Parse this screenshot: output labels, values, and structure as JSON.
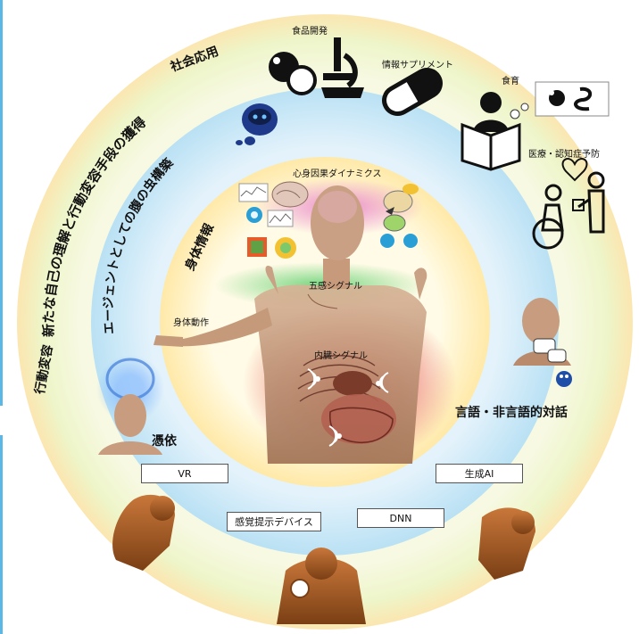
{
  "rings": {
    "outer_arc": "新たな自己の理解と行動変容手段の獲得",
    "middle_arc": "エージェントとしての腹の虫構築",
    "inner_label": "身体情報",
    "outer_side": "行動変容",
    "outer_top": "社会応用"
  },
  "labels": {
    "food_dev": "食品開発",
    "info_supplement": "情報サプリメント",
    "food_edu": "食育",
    "medical": "医療・認知症予防",
    "psychosomatic": "心身因果ダイナミクス",
    "five_senses": "五感シグナル",
    "body_motion": "身体動作",
    "visceral": "内臓シグナル",
    "dialogue": "言語・非言語的対話",
    "possession": "憑依"
  },
  "boxes": {
    "vr": "VR",
    "generative_ai": "生成AI",
    "sensory_device": "感覚提示デバイス",
    "dnn": "DNN"
  },
  "colors": {
    "outer_ring": "#f2f5d8",
    "middle_ring": "#cfeaf7",
    "inner_ring": "#fff2c4",
    "green_band": "#5fcf6e",
    "red_glow": "#e02b2b",
    "pink_glow": "#e56fc0",
    "skin": "#b98a6b",
    "copper": "#b5652a",
    "accent_blue": "#1f4ea8"
  }
}
